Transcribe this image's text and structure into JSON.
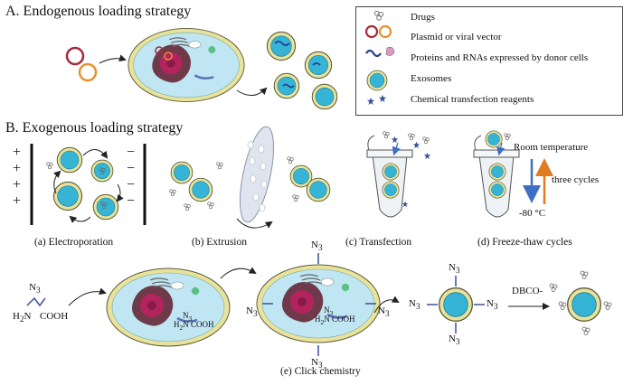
{
  "section_a": {
    "title": "A. Endogenous loading strategy"
  },
  "section_b": {
    "title": "B. Exogenous loading strategy"
  },
  "legend": {
    "items": [
      {
        "label": "Drugs",
        "icon": "drug-icon"
      },
      {
        "label": "Plasmid or viral vector",
        "icon": "plasmid-icon"
      },
      {
        "label": "Proteins and RNAs expressed by donor cells",
        "icon": "protein-rna-icon"
      },
      {
        "label": "Exosomes",
        "icon": "exosome-icon"
      },
      {
        "label": "Chemical transfection reagents",
        "icon": "reagent-star-icon"
      }
    ]
  },
  "panels": {
    "electroporation": {
      "caption": "(a) Electroporation",
      "plus": "+",
      "minus": "−"
    },
    "extrusion": {
      "caption": "(b) Extrusion"
    },
    "transfection": {
      "caption": "(c) Transfection"
    },
    "freeze_thaw": {
      "caption": "(d) Freeze-thaw cycles",
      "top_label": "Room temperature",
      "bottom_label": "-80 °C",
      "cycles_label": "three cycles"
    },
    "click": {
      "caption": "(e) Click chemistry",
      "azide_label": "N",
      "azide_sub": "3",
      "amine": "H",
      "amine_sub": "2",
      "amine_n": "N",
      "acid": "COOH",
      "dbco_label": "DBCO-"
    }
  },
  "colors": {
    "membrane": "#e9e29a",
    "membrane_edge": "#5b5b3a",
    "cytoplasm": "#bfe6f2",
    "exosome": "#36b4d6",
    "nucleus": "#b3245e",
    "er": "#6e3a4a",
    "plasmid_red": "#a8283c",
    "plasmid_orange": "#e8912f",
    "rna_blue": "#243d8f",
    "star_blue": "#3a4f9a",
    "arrow_blue": "#3d6fc4",
    "arrow_orange": "#e07b22"
  }
}
